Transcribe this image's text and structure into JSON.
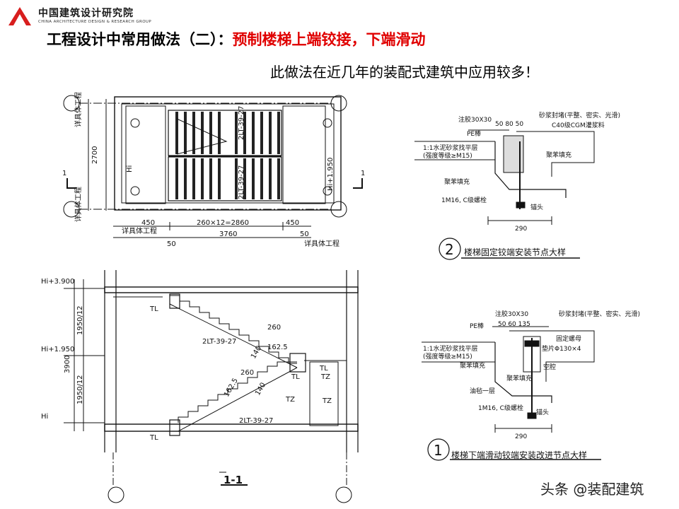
{
  "header": {
    "logo_cn": "中国建筑设计研究院",
    "logo_en": "CHINA ARCHITECTURE DESIGN & RESEARCH GROUP",
    "title_black": "工程设计中常用做法（二）：",
    "title_red": "预制楼梯上端铰接，下端滑动",
    "subtitle": "此做法在近几年的装配式建筑中应用较多！"
  },
  "plan": {
    "detail_note": "详具体工程",
    "dim_2700": "2700",
    "dim_450": "450",
    "dim_steps": "260×12=2860",
    "dim_3760": "3760",
    "dim_50": "50",
    "hi_label": "Hi",
    "hi_1950": "Hi+1.950",
    "tag_2lt": "2LT-39-27",
    "section_mark": "1"
  },
  "section": {
    "hi_3900": "Hi+3.900",
    "hi_1950": "Hi+1.950",
    "hi": "Hi",
    "dim_1950_12a": "1950/12",
    "dim_1950_12b": "1950/12",
    "dim_3900": "3900",
    "tl": "TL",
    "tz": "TZ",
    "tag_2lt_a": "2LT-39-27",
    "tag_2lt_b": "2LT-39-27",
    "tread_260": "260",
    "riser_162": "162.5",
    "slope_140": "140",
    "label_11": "1-1"
  },
  "detail_top": {
    "n1": "注胶30X30",
    "n2": "砂浆封堵(平整、密实、光滑)",
    "n3": "C40级CGM灌浆料",
    "n4": "PE棒",
    "n5": "1:1水泥砂浆找平层",
    "n6": "(强度等级≥M15)",
    "n7": "聚苯填充",
    "n8": "聚苯填充",
    "n9": "1M16, C级螺栓",
    "n10": "锚头",
    "dims": "50 80 50",
    "dim_290": "290",
    "caption_num": "2",
    "caption": "楼梯固定铰端安装节点大样"
  },
  "detail_bottom": {
    "n1": "注胶30X30",
    "n2": "砂浆封堵(平整、密实、光滑)",
    "n3": "PE棒",
    "n4": "固定螺母",
    "n5": "垫片Φ130×4",
    "n6": "1:1水泥砂浆找平层",
    "n7": "(强度等级≥M15)",
    "n8": "聚苯填充",
    "n9": "空腔",
    "n10": "聚苯填充",
    "n11": "油毡一层",
    "n12": "1M16, C级螺栓",
    "n13": "锚头",
    "dims": "50 60 135",
    "dim_290": "290",
    "caption_num": "1",
    "caption": "楼梯下端滑动铰端安装改进节点大样"
  },
  "watermark": "头条 @装配建筑",
  "colors": {
    "red": "#e00000",
    "line": "#111111"
  }
}
